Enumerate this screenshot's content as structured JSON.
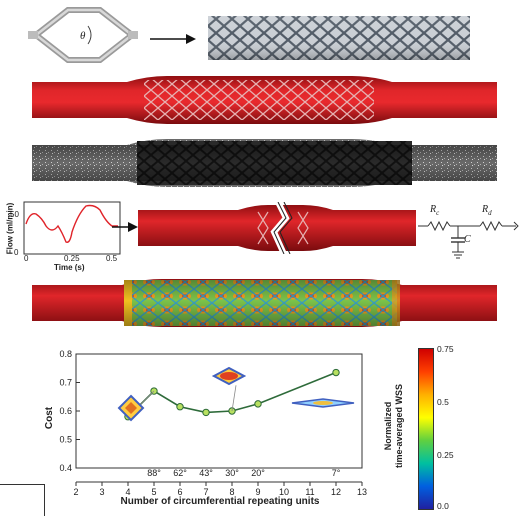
{
  "unit_cell": {
    "symbol": "θ"
  },
  "inset_flow": {
    "ylabel": "Flow (ml/min)",
    "xlabel": "Time (s)",
    "yticks": [
      "50",
      "0"
    ],
    "xticks": [
      "0",
      "0.25",
      "0.5"
    ]
  },
  "windkessel": {
    "rc": "R",
    "rc_sub": "c",
    "rd": "R",
    "rd_sub": "d",
    "c": "C"
  },
  "colorbar": {
    "title_line1": "Normalized",
    "title_line2": "time-averaged WSS",
    "ticks": [
      "0.75",
      "0.5",
      "0.25",
      "0.0"
    ],
    "colors": [
      "#d00000",
      "#ff4000",
      "#ffb000",
      "#ffff00",
      "#60d040",
      "#00c0a0",
      "#0060e0",
      "#2020a0"
    ]
  },
  "chart_data": {
    "type": "line",
    "xlabel": "Number of circumferential repeating units",
    "ylabel": "Cost",
    "xlim": [
      2,
      13
    ],
    "ylim": [
      0.4,
      0.8
    ],
    "xticks": [
      "2",
      "3",
      "4",
      "5",
      "6",
      "7",
      "8",
      "9",
      "10",
      "11",
      "12",
      "13"
    ],
    "yticks": [
      "0.4",
      "0.5",
      "0.6",
      "0.7",
      "0.8"
    ],
    "x": [
      4,
      5,
      6,
      7,
      8,
      9,
      12
    ],
    "y": [
      0.58,
      0.67,
      0.615,
      0.595,
      0.6,
      0.625,
      0.735
    ],
    "angle_labels": [
      {
        "x": 5,
        "label": "88°"
      },
      {
        "x": 6,
        "label": "62°"
      },
      {
        "x": 7,
        "label": "43°"
      },
      {
        "x": 8,
        "label": "30°"
      },
      {
        "x": 9,
        "label": "20°"
      },
      {
        "x": 12,
        "label": "7°"
      }
    ],
    "line_color": "#2e6b3a"
  }
}
